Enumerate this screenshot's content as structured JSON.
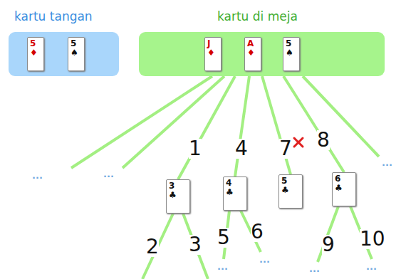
{
  "diagram": {
    "nodes": [
      {
        "text": [
          "kartu tangan"
        ]
      },
      {
        "text": [
          "5",
          "♦"
        ],
        "in": 0
      },
      {
        "text": [
          "5",
          "♠"
        ],
        "in": 0
      },
      {
        "text": [
          "kartu di meja"
        ]
      },
      {
        "text": [
          "J",
          "♦"
        ],
        "in": 3
      },
      {
        "text": [
          "A",
          "♦"
        ],
        "in": 3
      },
      {
        "text": [
          "5",
          "♠"
        ],
        "in": 3
      },
      {
        "text": [
          "3",
          "♣"
        ]
      },
      {
        "text": [
          "4",
          "♣"
        ]
      },
      {
        "text": [
          "5",
          "♣"
        ]
      },
      {
        "text": [
          "6",
          "♣"
        ]
      }
    ],
    "edges": [
      {
        "from": 3,
        "to": 7,
        "arrow": "none"
      },
      {
        "from": 3,
        "to": 8,
        "arrow": "none"
      },
      {
        "from": 3,
        "to": 9,
        "arrow": "none"
      },
      {
        "from": 3,
        "to": 10,
        "arrow": "none"
      }
    ],
    "labels": [
      "...",
      "...",
      "1",
      "4",
      "7",
      "8",
      "...",
      "2",
      "3",
      "5",
      "6",
      "9",
      "10",
      "...",
      "...",
      "...",
      "..."
    ]
  }
}
